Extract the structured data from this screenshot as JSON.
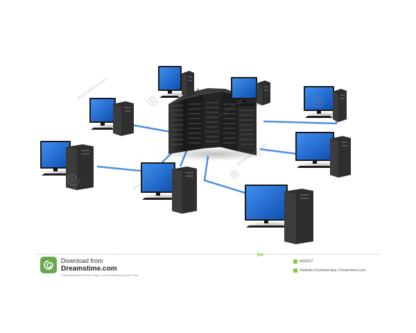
{
  "footer": {
    "download_label": "Download from",
    "site_name": "Dreamstime.com",
    "fine_print": "This watermarked comp image is for previewing purposes only.",
    "image_id": "8360527",
    "author": "Vladislav Kochelaevskiy | Dreamstime.com"
  },
  "watermark_text": "dreamstime.com",
  "colors": {
    "cable": "#4a90e2",
    "screen": "#1f6fd6",
    "case": "#2e2e2e",
    "server": "#262626",
    "accent_green": "#8cc63f"
  },
  "icons": [
    "server-rack-icon",
    "computer-workstation-icon",
    "network-cable-icon",
    "dreamstime-logo-icon",
    "scissors-icon"
  ]
}
